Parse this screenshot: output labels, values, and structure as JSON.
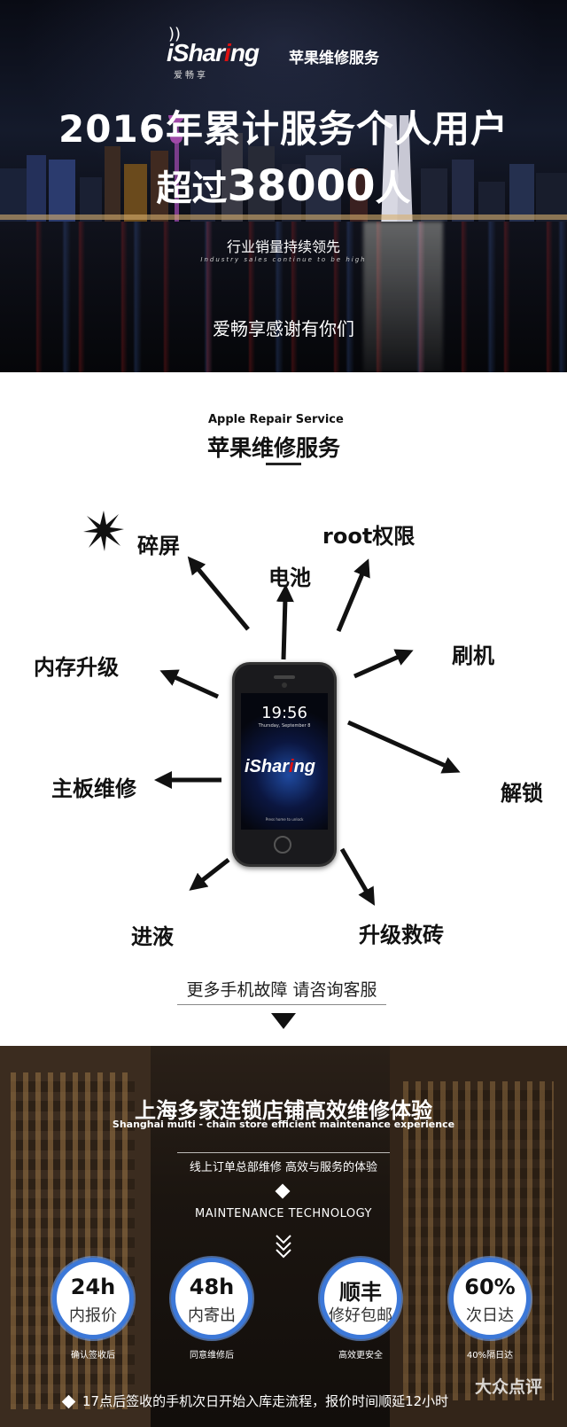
{
  "hero": {
    "logo_word_a": "iShar",
    "logo_word_b": "i",
    "logo_word_c": "ng",
    "logo_sub": "爱畅享",
    "tagline": "苹果维修服务",
    "title_line1": "2016年累计服务个人用户",
    "title_line2_pre": "超过",
    "title_line2_num": "38000",
    "title_line2_post": "人",
    "subtitle": "行业销量持续领先",
    "subtitle_en": "Industry sales continue to be high",
    "thanks": "爱畅享感谢有你们"
  },
  "services": {
    "heading_en": "Apple Repair Service",
    "heading_cn": "苹果维修服务",
    "items": {
      "screen": "碎屏",
      "battery": "电池",
      "root": "root权限",
      "flash": "刷机",
      "memory": "内存升级",
      "unlock": "解锁",
      "board": "主板维修",
      "water": "进液",
      "upgrade": "升级救砖"
    },
    "phone": {
      "time": "19:56",
      "date": "Thursday, September 8",
      "unlock_hint": "Press home to unlock"
    },
    "more": "更多手机故障 请咨询客服"
  },
  "bottom": {
    "title": "上海多家连锁店铺高效维修体验",
    "title_en": "Shanghai multi - chain store efficient maintenance experience",
    "subtitle": "线上订单总部维修  高效与服务的体验",
    "tech": "MAINTENANCE TECHNOLOGY",
    "features": [
      {
        "big": "24h",
        "small": "内报价",
        "caption": "确认签收后"
      },
      {
        "big": "48h",
        "small": "内寄出",
        "caption": "同意维修后"
      },
      {
        "big": "顺丰",
        "small": "修好包邮",
        "caption": "高效更安全"
      },
      {
        "big": "60%",
        "small": "次日达",
        "caption": "40%隔日达"
      }
    ],
    "note": "17点后签收的手机次日开始入库走流程，报价时间顺延12小时",
    "watermark": "大众点评"
  },
  "colors": {
    "accent_blue": "#3c78d8",
    "logo_red": "#e01010"
  }
}
